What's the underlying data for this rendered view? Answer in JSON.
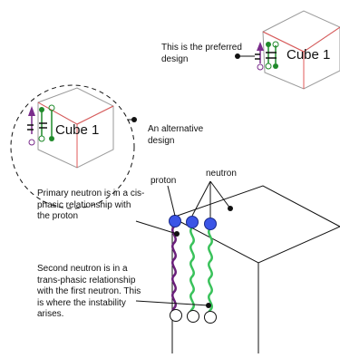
{
  "labels": {
    "preferred": "This is the preferred design",
    "cube1_a": "Cube 1",
    "alternative": "An alternative design",
    "cube1_b": "Cube 1",
    "proton": "proton",
    "neutron": "neutron",
    "primary": "Primary neutron is in a cis-phasic relationship with the proton",
    "second": "Second neutron is in a trans-phasic relationship with the first neutron. This is where the instability arises."
  },
  "colors": {
    "cube_edge": "#9a9a9a",
    "cube_inner_edge": "#e05858",
    "proton_arrow": "#7a2c8c",
    "neutron_green": "#1f8a2a",
    "proton_ball": "#3b55e6",
    "strand_purple": "#6a1f7a",
    "strand_green": "#3ac25b"
  }
}
